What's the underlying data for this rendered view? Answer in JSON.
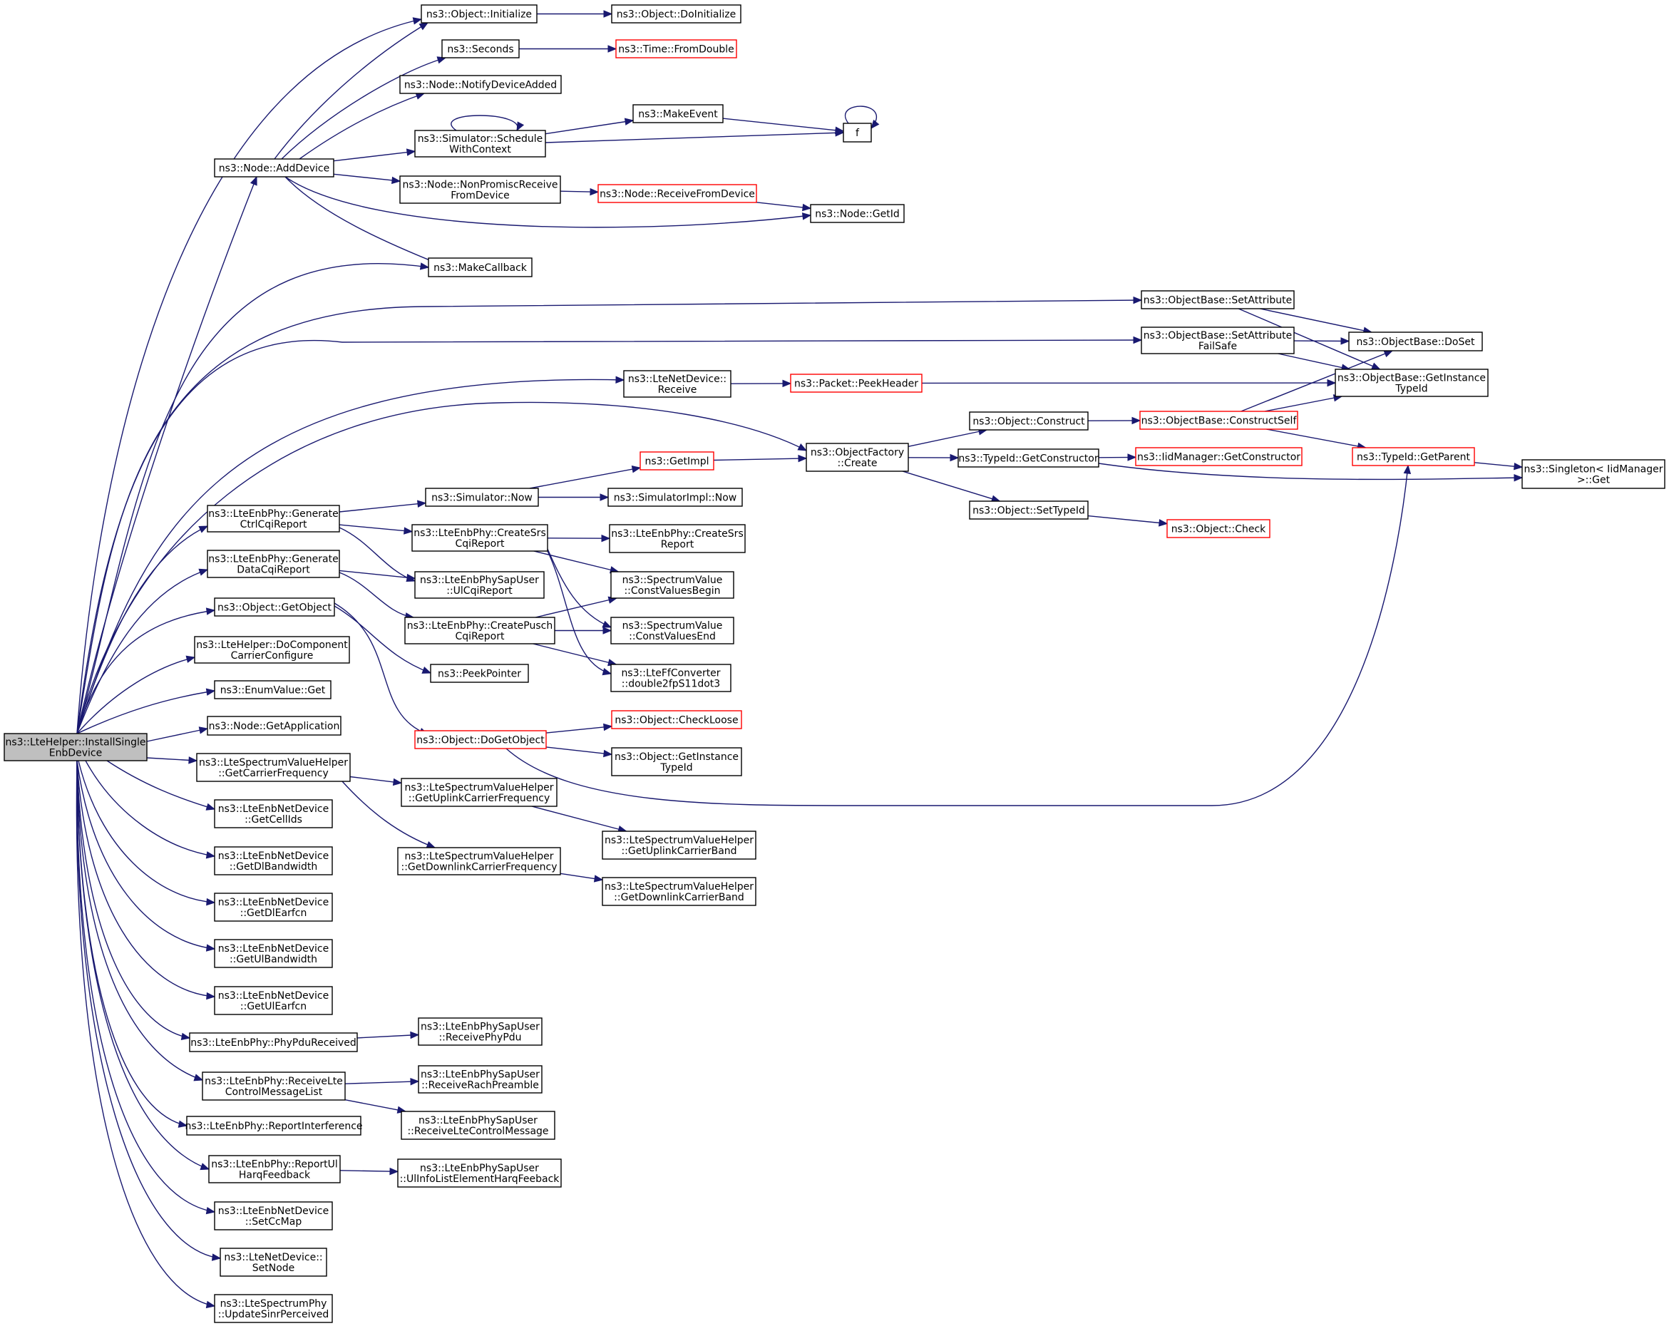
{
  "colors": {
    "background": "#ffffff",
    "edge": "#191970",
    "node_border": "#000000",
    "truncated_node_border": "#ff0000",
    "root_fill": "#bfbfbf"
  },
  "nodes": {
    "root": {
      "lines": [
        "ns3::LteHelper::InstallSingle",
        "EnbDevice"
      ],
      "style": "root"
    },
    "obj_init": {
      "lines": [
        "ns3::Object::Initialize"
      ],
      "style": "normal"
    },
    "obj_doinit": {
      "lines": [
        "ns3::Object::DoInitialize"
      ],
      "style": "normal"
    },
    "seconds": {
      "lines": [
        "ns3::Seconds"
      ],
      "style": "normal"
    },
    "time_fromdouble": {
      "lines": [
        "ns3::Time::FromDouble"
      ],
      "style": "truncated"
    },
    "notify_added": {
      "lines": [
        "ns3::Node::NotifyDeviceAdded"
      ],
      "style": "normal"
    },
    "makeevent": {
      "lines": [
        "ns3::MakeEvent"
      ],
      "style": "normal"
    },
    "f": {
      "lines": [
        "f"
      ],
      "style": "normal"
    },
    "sched_ctx": {
      "lines": [
        "ns3::Simulator::Schedule",
        "WithContext"
      ],
      "style": "normal"
    },
    "node_adddevice": {
      "lines": [
        "ns3::Node::AddDevice"
      ],
      "style": "normal"
    },
    "nonpromisc": {
      "lines": [
        "ns3::Node::NonPromiscReceive",
        "FromDevice"
      ],
      "style": "normal"
    },
    "recv_fromdev": {
      "lines": [
        "ns3::Node::ReceiveFromDevice"
      ],
      "style": "truncated"
    },
    "node_getid": {
      "lines": [
        "ns3::Node::GetId"
      ],
      "style": "normal"
    },
    "makecallback": {
      "lines": [
        "ns3::MakeCallback"
      ],
      "style": "normal"
    },
    "ob_setattr": {
      "lines": [
        "ns3::ObjectBase::SetAttribute"
      ],
      "style": "normal"
    },
    "ob_setattr_fs": {
      "lines": [
        "ns3::ObjectBase::SetAttribute",
        "FailSafe"
      ],
      "style": "normal"
    },
    "ob_doset": {
      "lines": [
        "ns3::ObjectBase::DoSet"
      ],
      "style": "normal"
    },
    "ob_getinst": {
      "lines": [
        "ns3::ObjectBase::GetInstance",
        "TypeId"
      ],
      "style": "normal"
    },
    "ltend_recv": {
      "lines": [
        "ns3::LteNetDevice::",
        "Receive"
      ],
      "style": "normal"
    },
    "peekheader": {
      "lines": [
        "ns3::Packet::PeekHeader"
      ],
      "style": "truncated"
    },
    "obj_construct": {
      "lines": [
        "ns3::Object::Construct"
      ],
      "style": "normal"
    },
    "ob_constructself": {
      "lines": [
        "ns3::ObjectBase::ConstructSelf"
      ],
      "style": "truncated"
    },
    "of_create": {
      "lines": [
        "ns3::ObjectFactory",
        "::Create"
      ],
      "style": "normal"
    },
    "typeid_getctor": {
      "lines": [
        "ns3::TypeId::GetConstructor"
      ],
      "style": "normal"
    },
    "iidm_getctor": {
      "lines": [
        "ns3::IidManager::GetConstructor"
      ],
      "style": "truncated"
    },
    "typeid_getparent": {
      "lines": [
        "ns3::TypeId::GetParent"
      ],
      "style": "truncated"
    },
    "singleton_get": {
      "lines": [
        "ns3::Singleton< IidManager",
        " >::Get"
      ],
      "style": "normal"
    },
    "getimpl": {
      "lines": [
        "ns3::GetImpl"
      ],
      "style": "truncated"
    },
    "sim_now": {
      "lines": [
        "ns3::Simulator::Now"
      ],
      "style": "normal"
    },
    "simimpl_now": {
      "lines": [
        "ns3::SimulatorImpl::Now"
      ],
      "style": "normal"
    },
    "obj_settypeid": {
      "lines": [
        "ns3::Object::SetTypeId"
      ],
      "style": "normal"
    },
    "obj_check": {
      "lines": [
        "ns3::Object::Check"
      ],
      "style": "truncated"
    },
    "gen_ctrlcqi": {
      "lines": [
        "ns3::LteEnbPhy::Generate",
        "CtrlCqiReport"
      ],
      "style": "normal"
    },
    "create_srscqi": {
      "lines": [
        "ns3::LteEnbPhy::CreateSrs",
        "CqiReport"
      ],
      "style": "normal"
    },
    "create_srs_report": {
      "lines": [
        "ns3::LteEnbPhy::CreateSrs",
        "Report"
      ],
      "style": "normal"
    },
    "gen_datacqi": {
      "lines": [
        "ns3::LteEnbPhy::Generate",
        "DataCqiReport"
      ],
      "style": "normal"
    },
    "sap_ulcqi": {
      "lines": [
        "ns3::LteEnbPhySapUser",
        "::UlCqiReport"
      ],
      "style": "normal"
    },
    "sv_begin": {
      "lines": [
        "ns3::SpectrumValue",
        "::ConstValuesBegin"
      ],
      "style": "normal"
    },
    "obj_getobject": {
      "lines": [
        "ns3::Object::GetObject"
      ],
      "style": "normal"
    },
    "create_pusch": {
      "lines": [
        "ns3::LteEnbPhy::CreatePusch",
        "CqiReport"
      ],
      "style": "normal"
    },
    "sv_end": {
      "lines": [
        "ns3::SpectrumValue",
        "::ConstValuesEnd"
      ],
      "style": "normal"
    },
    "helper_docc": {
      "lines": [
        "ns3::LteHelper::DoComponent",
        "CarrierConfigure"
      ],
      "style": "normal"
    },
    "peekpointer": {
      "lines": [
        "ns3::PeekPointer"
      ],
      "style": "normal"
    },
    "ffconv": {
      "lines": [
        "ns3::LteFfConverter",
        "::double2fpS11dot3"
      ],
      "style": "normal"
    },
    "enum_get": {
      "lines": [
        "ns3::EnumValue::Get"
      ],
      "style": "normal"
    },
    "node_getapp": {
      "lines": [
        "ns3::Node::GetApplication"
      ],
      "style": "normal"
    },
    "obj_dogetobject": {
      "lines": [
        "ns3::Object::DoGetObject"
      ],
      "style": "truncated"
    },
    "obj_checkloose": {
      "lines": [
        "ns3::Object::CheckLoose"
      ],
      "style": "truncated"
    },
    "obj_getinst": {
      "lines": [
        "ns3::Object::GetInstance",
        "TypeId"
      ],
      "style": "normal"
    },
    "svh_getcarrier": {
      "lines": [
        "ns3::LteSpectrumValueHelper",
        "::GetCarrierFrequency"
      ],
      "style": "normal"
    },
    "svh_getul_freq": {
      "lines": [
        "ns3::LteSpectrumValueHelper",
        "::GetUplinkCarrierFrequency"
      ],
      "style": "normal"
    },
    "enbnd_getcellids": {
      "lines": [
        "ns3::LteEnbNetDevice",
        "::GetCellIds"
      ],
      "style": "normal"
    },
    "svh_getul_band": {
      "lines": [
        "ns3::LteSpectrumValueHelper",
        "::GetUplinkCarrierBand"
      ],
      "style": "normal"
    },
    "enbnd_getdlbw": {
      "lines": [
        "ns3::LteEnbNetDevice",
        "::GetDlBandwidth"
      ],
      "style": "normal"
    },
    "svh_getdl_freq": {
      "lines": [
        "ns3::LteSpectrumValueHelper",
        "::GetDownlinkCarrierFrequency"
      ],
      "style": "normal"
    },
    "svh_getdl_band": {
      "lines": [
        "ns3::LteSpectrumValueHelper",
        "::GetDownlinkCarrierBand"
      ],
      "style": "normal"
    },
    "enbnd_getdlearfcn": {
      "lines": [
        "ns3::LteEnbNetDevice",
        "::GetDlEarfcn"
      ],
      "style": "normal"
    },
    "enbnd_getulbw": {
      "lines": [
        "ns3::LteEnbNetDevice",
        "::GetUlBandwidth"
      ],
      "style": "normal"
    },
    "enbnd_getulearfcn": {
      "lines": [
        "ns3::LteEnbNetDevice",
        "::GetUlEarfcn"
      ],
      "style": "normal"
    },
    "phy_pdurecv": {
      "lines": [
        "ns3::LteEnbPhy::PhyPduReceived"
      ],
      "style": "normal"
    },
    "sap_recvphypdu": {
      "lines": [
        "ns3::LteEnbPhySapUser",
        "::ReceivePhyPdu"
      ],
      "style": "normal"
    },
    "phy_recvctrl": {
      "lines": [
        "ns3::LteEnbPhy::ReceiveLte",
        "ControlMessageList"
      ],
      "style": "normal"
    },
    "sap_recvrach": {
      "lines": [
        "ns3::LteEnbPhySapUser",
        "::ReceiveRachPreamble"
      ],
      "style": "normal"
    },
    "phy_reportintf": {
      "lines": [
        "ns3::LteEnbPhy::ReportInterference"
      ],
      "style": "normal"
    },
    "sap_recvctrlmsg": {
      "lines": [
        "ns3::LteEnbPhySapUser",
        "::ReceiveLteControlMessage"
      ],
      "style": "normal"
    },
    "phy_reportulharq": {
      "lines": [
        "ns3::LteEnbPhy::ReportUl",
        "HarqFeedback"
      ],
      "style": "normal"
    },
    "sap_ulharq": {
      "lines": [
        "ns3::LteEnbPhySapUser",
        "::UlInfoListElementHarqFeeback"
      ],
      "style": "normal"
    },
    "enbnd_setccmap": {
      "lines": [
        "ns3::LteEnbNetDevice",
        "::SetCcMap"
      ],
      "style": "normal"
    },
    "ltend_setnode": {
      "lines": [
        "ns3::LteNetDevice::",
        "SetNode"
      ],
      "style": "normal"
    },
    "ltesp_updsinr": {
      "lines": [
        "ns3::LteSpectrumPhy",
        "::UpdateSinrPerceived"
      ],
      "style": "normal"
    }
  }
}
